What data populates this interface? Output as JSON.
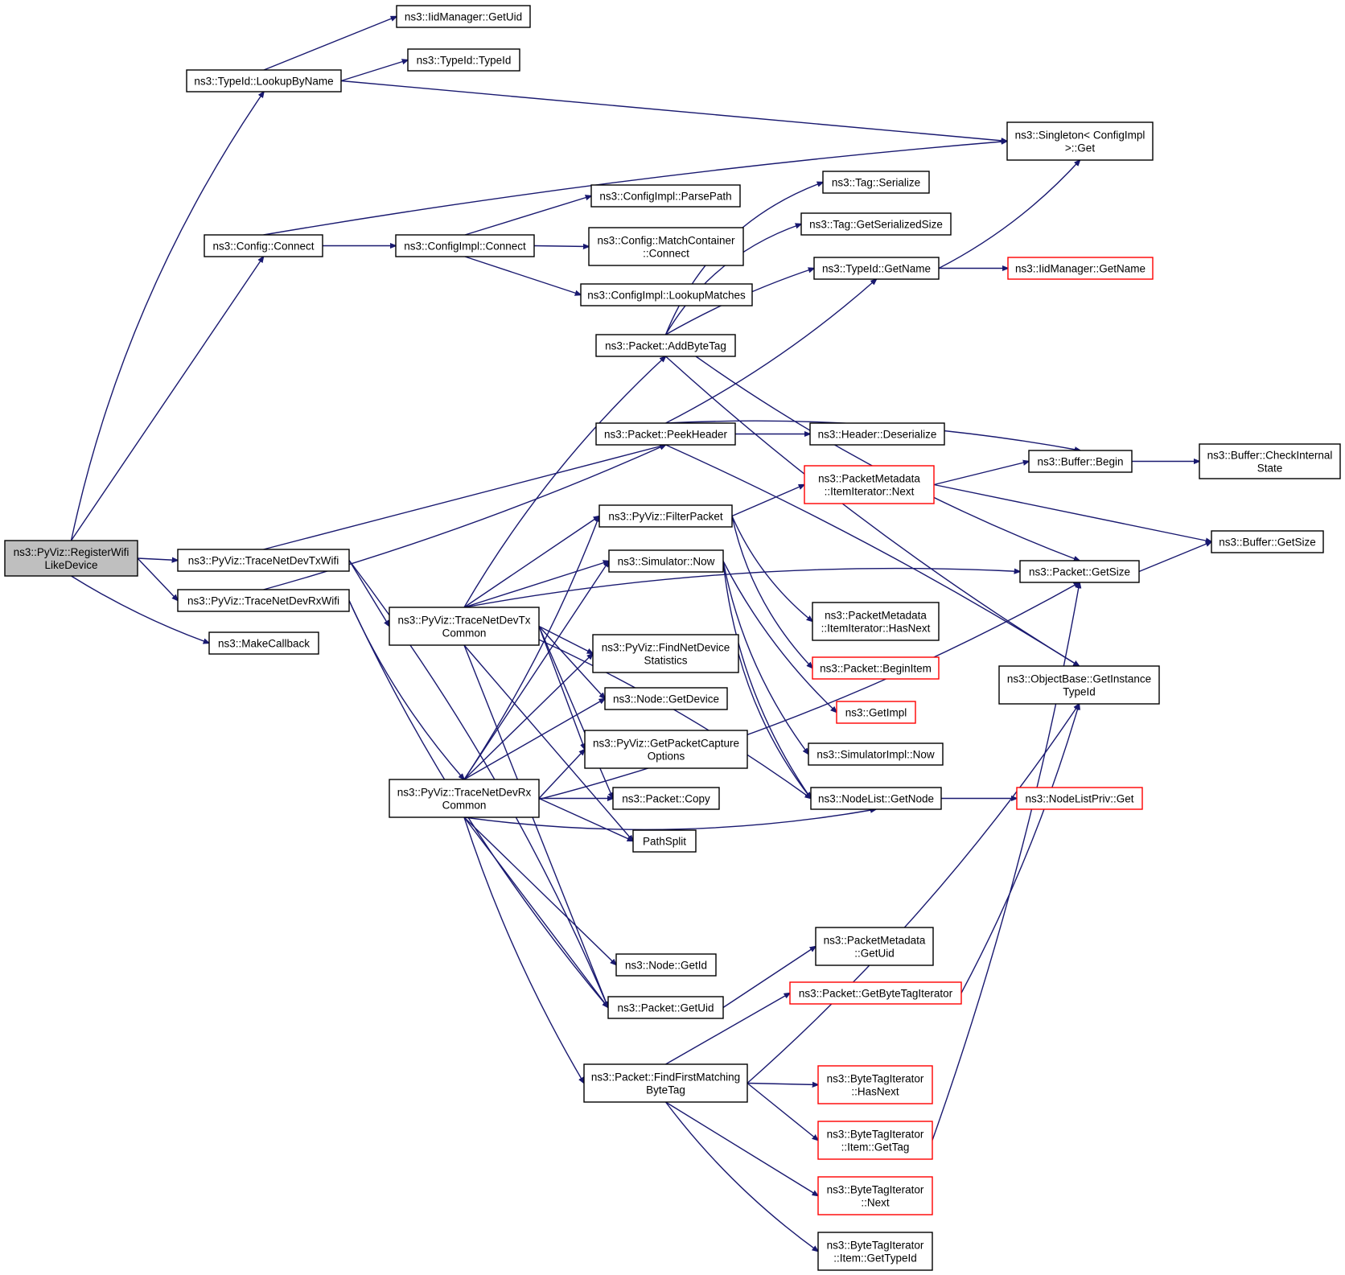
{
  "diagram": {
    "type": "call-graph",
    "colors": {
      "edge": "#191970",
      "node_border": "#000000",
      "external_border": "#ff0000",
      "root_fill": "#bfbfbf",
      "background": "#ffffff"
    },
    "nodes": [
      {
        "id": "root",
        "lines": [
          "ns3::PyViz::RegisterWifi",
          "LikeDevice"
        ],
        "style": "root"
      },
      {
        "id": "lookupbyname",
        "lines": [
          "ns3::TypeId::LookupByName"
        ]
      },
      {
        "id": "iid_getuid",
        "lines": [
          "ns3::IidManager::GetUid"
        ]
      },
      {
        "id": "typeid_typeid",
        "lines": [
          "ns3::TypeId::TypeId"
        ]
      },
      {
        "id": "singleton_get",
        "lines": [
          "ns3::Singleton< ConfigImpl",
          ">::Get"
        ]
      },
      {
        "id": "config_connect",
        "lines": [
          "ns3::Config::Connect"
        ]
      },
      {
        "id": "configimpl_connect",
        "lines": [
          "ns3::ConfigImpl::Connect"
        ]
      },
      {
        "id": "parsepath",
        "lines": [
          "ns3::ConfigImpl::ParsePath"
        ]
      },
      {
        "id": "matchcontainer",
        "lines": [
          "ns3::Config::MatchContainer",
          "::Connect"
        ]
      },
      {
        "id": "lookupmatches",
        "lines": [
          "ns3::ConfigImpl::LookupMatches"
        ]
      },
      {
        "id": "tag_serialize",
        "lines": [
          "ns3::Tag::Serialize"
        ]
      },
      {
        "id": "tag_getsersize",
        "lines": [
          "ns3::Tag::GetSerializedSize"
        ]
      },
      {
        "id": "typeid_getname",
        "lines": [
          "ns3::TypeId::GetName"
        ]
      },
      {
        "id": "iid_getname",
        "lines": [
          "ns3::IidManager::GetName"
        ],
        "style": "ext"
      },
      {
        "id": "addbytetag",
        "lines": [
          "ns3::Packet::AddByteTag"
        ]
      },
      {
        "id": "peekheader",
        "lines": [
          "ns3::Packet::PeekHeader"
        ]
      },
      {
        "id": "header_deser",
        "lines": [
          "ns3::Header::Deserialize"
        ]
      },
      {
        "id": "buffer_begin",
        "lines": [
          "ns3::Buffer::Begin"
        ]
      },
      {
        "id": "buffer_checkinternal",
        "lines": [
          "ns3::Buffer::CheckInternal",
          "State"
        ]
      },
      {
        "id": "pm_next",
        "lines": [
          "ns3::PacketMetadata",
          "::ItemIterator::Next"
        ],
        "style": "ext"
      },
      {
        "id": "buffer_getsize",
        "lines": [
          "ns3::Buffer::GetSize"
        ]
      },
      {
        "id": "filterpacket",
        "lines": [
          "ns3::PyViz::FilterPacket"
        ]
      },
      {
        "id": "packet_getsize",
        "lines": [
          "ns3::Packet::GetSize"
        ]
      },
      {
        "id": "tx_wifi",
        "lines": [
          "ns3::PyViz::TraceNetDevTxWifi"
        ]
      },
      {
        "id": "sim_now",
        "lines": [
          "ns3::Simulator::Now"
        ]
      },
      {
        "id": "rx_wifi",
        "lines": [
          "ns3::PyViz::TraceNetDevRxWifi"
        ]
      },
      {
        "id": "pm_hasnext",
        "lines": [
          "ns3::PacketMetadata",
          "::ItemIterator::HasNext"
        ]
      },
      {
        "id": "tx_common",
        "lines": [
          "ns3::PyViz::TraceNetDevTx",
          "Common"
        ]
      },
      {
        "id": "findnetdevstats",
        "lines": [
          "ns3::PyViz::FindNetDevice",
          "Statistics"
        ]
      },
      {
        "id": "makecallback",
        "lines": [
          "ns3::MakeCallback"
        ]
      },
      {
        "id": "beginitem",
        "lines": [
          "ns3::Packet::BeginItem"
        ],
        "style": "ext"
      },
      {
        "id": "getinstancetypeid",
        "lines": [
          "ns3::ObjectBase::GetInstance",
          "TypeId"
        ]
      },
      {
        "id": "node_getdevice",
        "lines": [
          "ns3::Node::GetDevice"
        ]
      },
      {
        "id": "getimpl",
        "lines": [
          "ns3::GetImpl"
        ],
        "style": "ext"
      },
      {
        "id": "getpacketcapture",
        "lines": [
          "ns3::PyViz::GetPacketCapture",
          "Options"
        ]
      },
      {
        "id": "simimpl_now",
        "lines": [
          "ns3::SimulatorImpl::Now"
        ]
      },
      {
        "id": "rx_common",
        "lines": [
          "ns3::PyViz::TraceNetDevRx",
          "Common"
        ]
      },
      {
        "id": "packet_copy",
        "lines": [
          "ns3::Packet::Copy"
        ]
      },
      {
        "id": "nodelist_getnode",
        "lines": [
          "ns3::NodeList::GetNode"
        ]
      },
      {
        "id": "nodelistpriv_get",
        "lines": [
          "ns3::NodeListPriv::Get"
        ],
        "style": "ext"
      },
      {
        "id": "pathsplit",
        "lines": [
          "PathSplit"
        ]
      },
      {
        "id": "pm_getuid",
        "lines": [
          "ns3::PacketMetadata",
          "::GetUid"
        ]
      },
      {
        "id": "node_getid",
        "lines": [
          "ns3::Node::GetId"
        ]
      },
      {
        "id": "getbytetagiter",
        "lines": [
          "ns3::Packet::GetByteTagIterator"
        ],
        "style": "ext"
      },
      {
        "id": "packet_getuid",
        "lines": [
          "ns3::Packet::GetUid"
        ]
      },
      {
        "id": "findfirstmatching",
        "lines": [
          "ns3::Packet::FindFirstMatching",
          "ByteTag"
        ]
      },
      {
        "id": "bti_hasnext",
        "lines": [
          "ns3::ByteTagIterator",
          "::HasNext"
        ],
        "style": "ext"
      },
      {
        "id": "bti_gettag",
        "lines": [
          "ns3::ByteTagIterator",
          "::Item::GetTag"
        ],
        "style": "ext"
      },
      {
        "id": "bti_next",
        "lines": [
          "ns3::ByteTagIterator",
          "::Next"
        ],
        "style": "ext"
      },
      {
        "id": "bti_gettypeid",
        "lines": [
          "ns3::ByteTagIterator",
          "::Item::GetTypeId"
        ]
      }
    ]
  }
}
